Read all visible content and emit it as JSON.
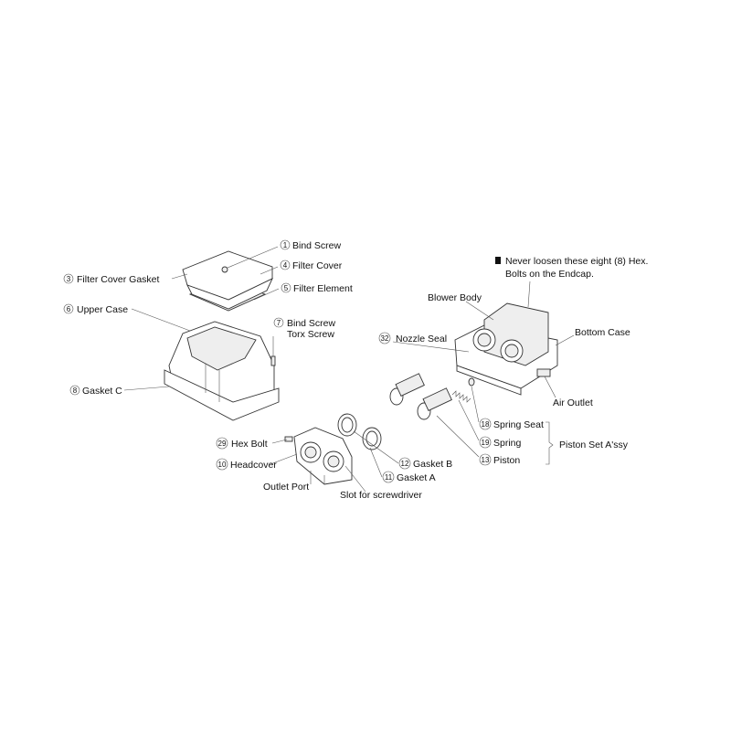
{
  "callouts": {
    "bind_screw": {
      "num": "1",
      "label": "Bind Screw"
    },
    "filter_cover": {
      "num": "4",
      "label": "Filter Cover"
    },
    "filter_element": {
      "num": "5",
      "label": "Filter Element"
    },
    "filter_cover_gasket": {
      "num": "3",
      "label": "Filter Cover Gasket"
    },
    "upper_case": {
      "num": "6",
      "label": "Upper Case"
    },
    "torx_screw": {
      "num": "7",
      "label": "Bind Screw",
      "label2": "Torx Screw"
    },
    "gasket_c": {
      "num": "8",
      "label": "Gasket C"
    },
    "hex_bolt": {
      "num": "29",
      "label": "Hex Bolt"
    },
    "headcover": {
      "num": "10",
      "label": "Headcover"
    },
    "gasket_a": {
      "num": "11",
      "label": "Gasket A"
    },
    "gasket_b": {
      "num": "12",
      "label": "Gasket B"
    },
    "nozzle_seal": {
      "num": "32",
      "label": "Nozzle Seal"
    },
    "spring_seat": {
      "num": "18",
      "label": "Spring Seat"
    },
    "spring": {
      "num": "19",
      "label": "Spring"
    },
    "piston": {
      "num": "13",
      "label": "Piston"
    }
  },
  "labels": {
    "outlet_port": "Outlet Port",
    "slot": "Slot for screwdriver",
    "blower_body": "Blower Body",
    "bottom_case": "Bottom Case",
    "air_outlet": "Air Outlet",
    "piston_set": "Piston Set A'ssy",
    "warning_line1": "Never loosen these eight (8) Hex.",
    "warning_line2": "Bolts on the Endcap."
  }
}
